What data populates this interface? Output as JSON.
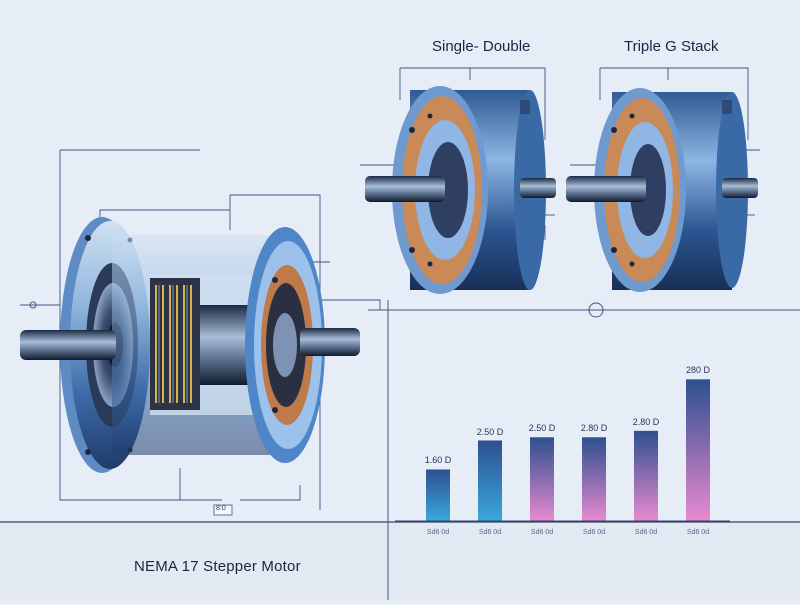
{
  "diagram": {
    "title": "NEMA 17 Stepper Motor",
    "variants": [
      {
        "label": "Single- Double"
      },
      {
        "label": "Triple G Stack"
      }
    ],
    "callout_tag": "8:0"
  },
  "chart_data": {
    "type": "bar",
    "categories": [
      "Sd6 0d",
      "Sd6 0d",
      "Sd6 0d",
      "Sd6 0d",
      "Sd6 0d",
      "Sd6 0d"
    ],
    "values": [
      1.6,
      2.5,
      2.6,
      2.6,
      2.8,
      4.4
    ],
    "data_labels": [
      "1.60 D",
      "2.50 D",
      "2.50 D",
      "2.80 D",
      "2.80 D",
      "280 D"
    ],
    "title": "",
    "xlabel": "",
    "ylabel": "",
    "ylim": [
      0,
      5
    ],
    "grid": false,
    "colors": {
      "bar_top": "#2d4f8f",
      "bar_bottom_a": "#3aa8dc",
      "bar_bottom_b": "#e98ad0"
    }
  }
}
